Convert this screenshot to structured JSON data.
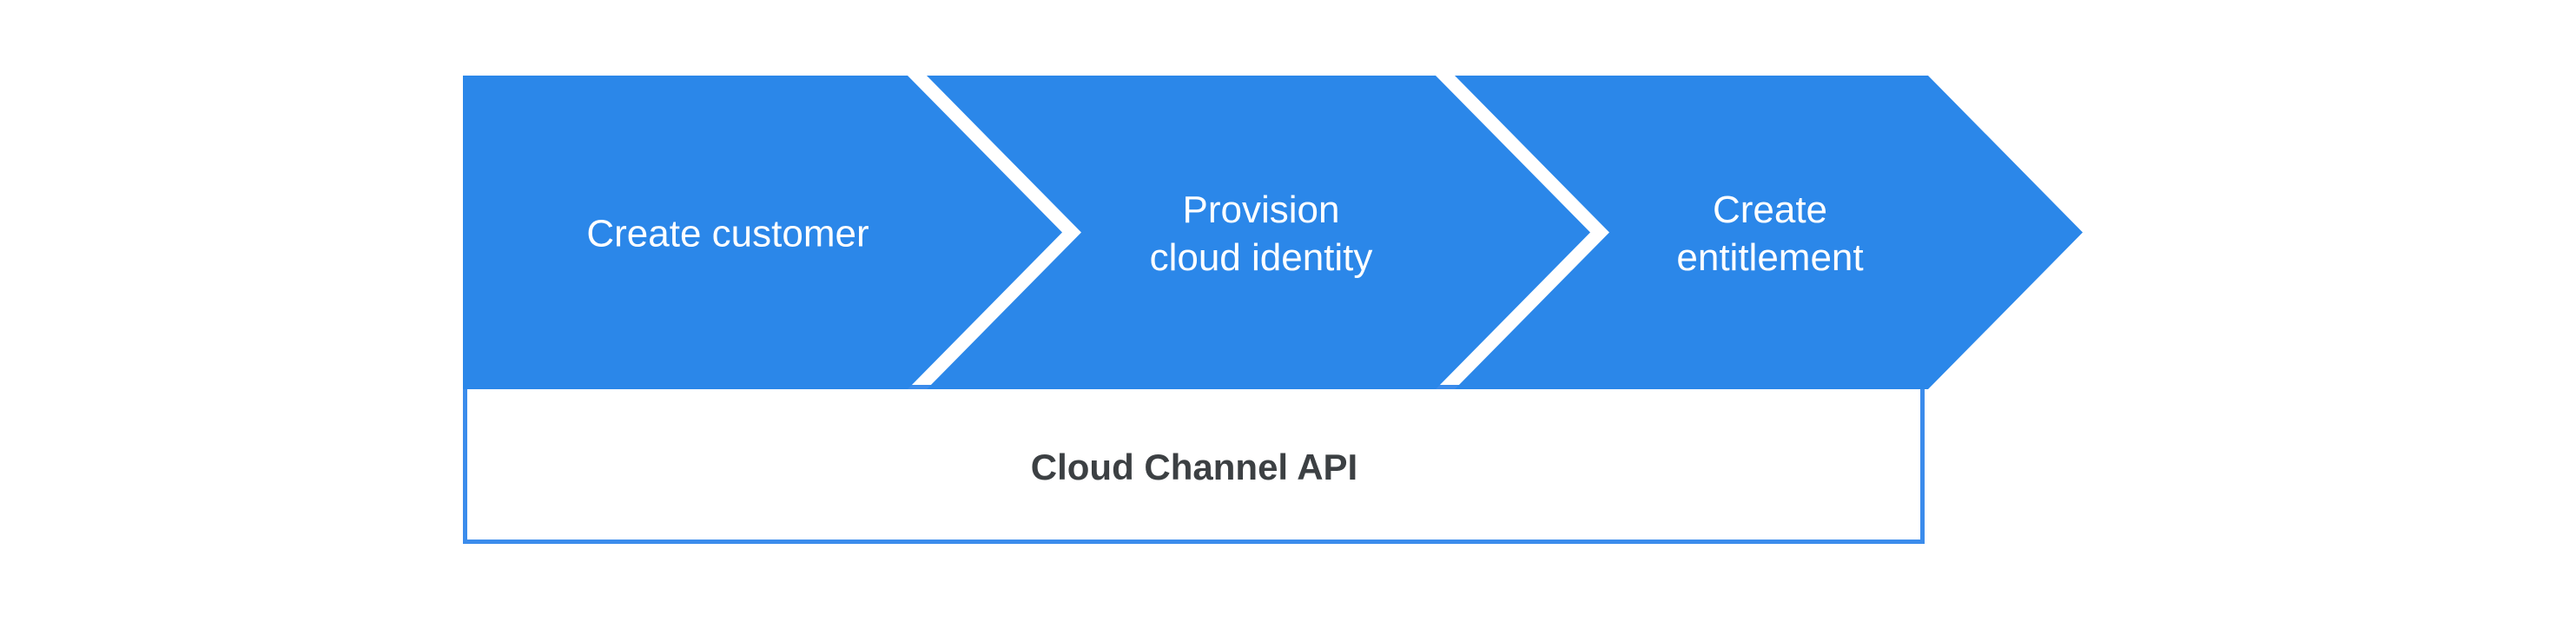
{
  "diagram": {
    "chevrons": [
      {
        "lines": [
          "Create customer"
        ]
      },
      {
        "lines": [
          "Provision",
          "cloud identity"
        ]
      },
      {
        "lines": [
          "Create",
          "entitlement"
        ]
      }
    ],
    "api_bar": {
      "label": "Cloud Channel API"
    }
  },
  "colors": {
    "background": "#ffffff",
    "chevron_fill": "#2B87E9",
    "chevron_text": "#ffffff",
    "box_fill": "#ffffff",
    "box_border": "#3B8CEC",
    "box_text": "#3C4043"
  }
}
